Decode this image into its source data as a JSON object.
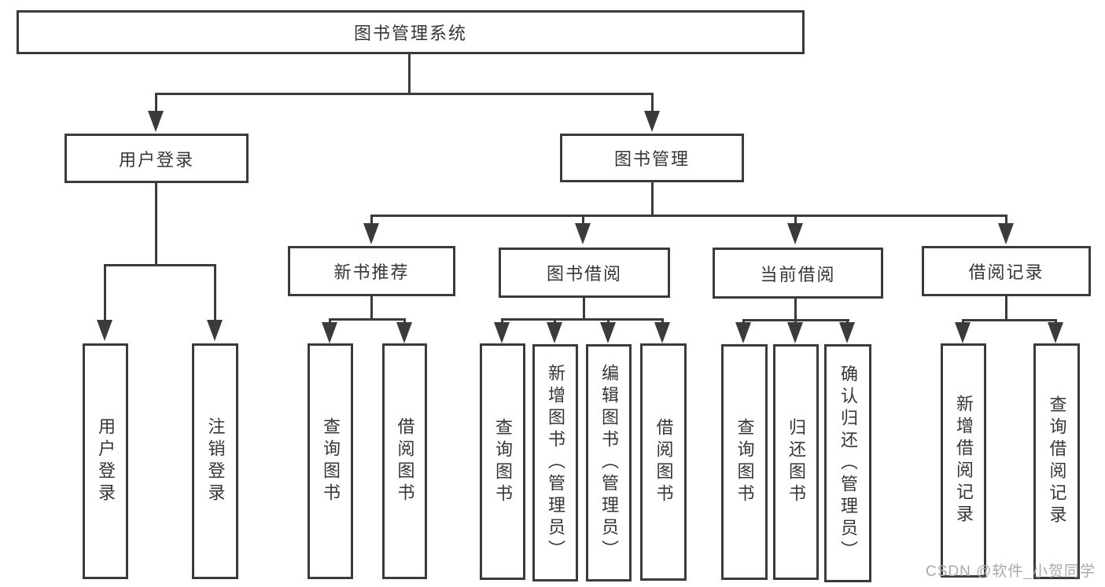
{
  "diagram": {
    "type": "hierarchy-tree",
    "colors": {
      "line": "#3b3b3b",
      "box_border": "#3b3b3b",
      "text": "#363636",
      "background": "#ffffff",
      "watermark": "#a9a9a9"
    },
    "tree": {
      "root": {
        "label": "图书管理系统"
      },
      "branches": [
        {
          "label": "用户登录",
          "children": [
            {
              "label": "用户登录"
            },
            {
              "label": "注销登录"
            }
          ]
        },
        {
          "label": "图书管理",
          "children": [
            {
              "label": "新书推荐",
              "children": [
                {
                  "label": "查询图书"
                },
                {
                  "label": "借阅图书"
                }
              ]
            },
            {
              "label": "图书借阅",
              "children": [
                {
                  "label": "查询图书"
                },
                {
                  "label": "新增图书（管理员）"
                },
                {
                  "label": "编辑图书（管理员）"
                },
                {
                  "label": "借阅图书"
                }
              ]
            },
            {
              "label": "当前借阅",
              "children": [
                {
                  "label": "查询图书"
                },
                {
                  "label": "归还图书"
                },
                {
                  "label": "确认归还（管理员）"
                }
              ]
            },
            {
              "label": "借阅记录",
              "children": [
                {
                  "label": "新增借阅记录"
                },
                {
                  "label": "查询借阅记录"
                }
              ]
            }
          ]
        }
      ]
    },
    "watermark": {
      "text": "CSDN @软件_小贺同学"
    }
  }
}
